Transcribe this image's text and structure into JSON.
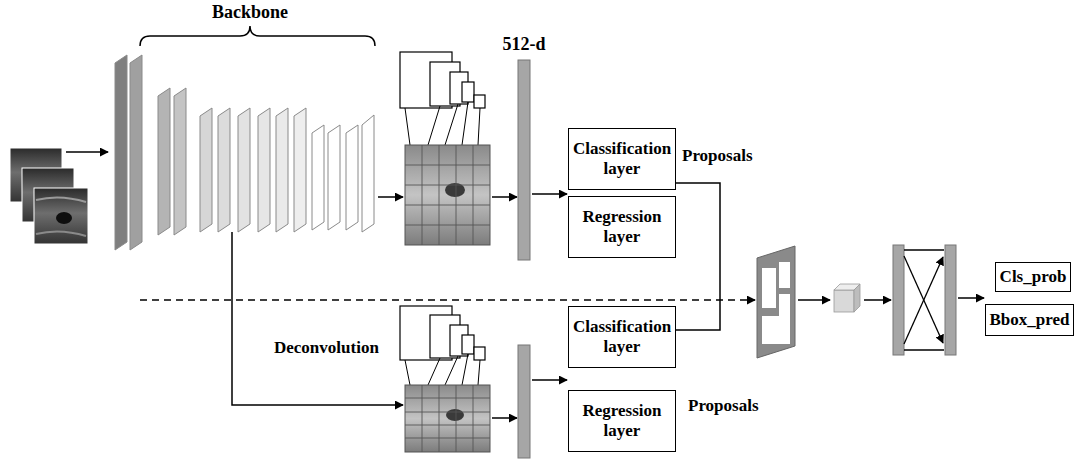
{
  "diagram": {
    "nodes": [
      {
        "text": [
          "Classification layer"
        ]
      },
      {
        "text": [
          "Regression layer"
        ]
      },
      {
        "text": [
          "Classification layer"
        ]
      },
      {
        "text": [
          "Regression layer"
        ]
      },
      {
        "text": [
          "Cls_prob"
        ]
      },
      {
        "text": [
          "Bbox_pred"
        ]
      }
    ],
    "labels": [
      "Backbone",
      "512-d",
      "Proposals",
      "Deconvolution",
      "Proposals"
    ]
  }
}
